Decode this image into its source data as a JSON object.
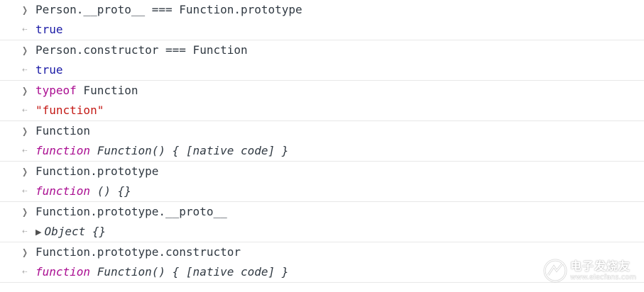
{
  "prompts": {
    "input": "❯",
    "output": "⇠"
  },
  "entries": [
    {
      "input": "Person.__proto__ === Function.prototype",
      "output": "true"
    },
    {
      "input": "Person.constructor === Function",
      "output": "true"
    },
    {
      "input_keyword": "typeof",
      "input_rest": " Function",
      "output": "\"function\""
    },
    {
      "input": "Function",
      "output_keyword": "function",
      "output_rest": " Function() { [native code] }"
    },
    {
      "input": "Function.prototype",
      "output_keyword": "function",
      "output_rest": " () {}"
    },
    {
      "input": "Function.prototype.__proto__",
      "output_triangle": "▶",
      "output": "Object {}"
    },
    {
      "input": "Function.prototype.constructor",
      "output_keyword": "function",
      "output_rest": " Function() { [native code] }"
    }
  ],
  "watermark": {
    "text": "电子发烧友",
    "url": "www.elecfans.com"
  },
  "colors": {
    "boolean": "#1a1aa6",
    "string": "#c41a16",
    "keyword": "#aa0d91",
    "text": "#303942",
    "divider": "#e8e8e8"
  }
}
